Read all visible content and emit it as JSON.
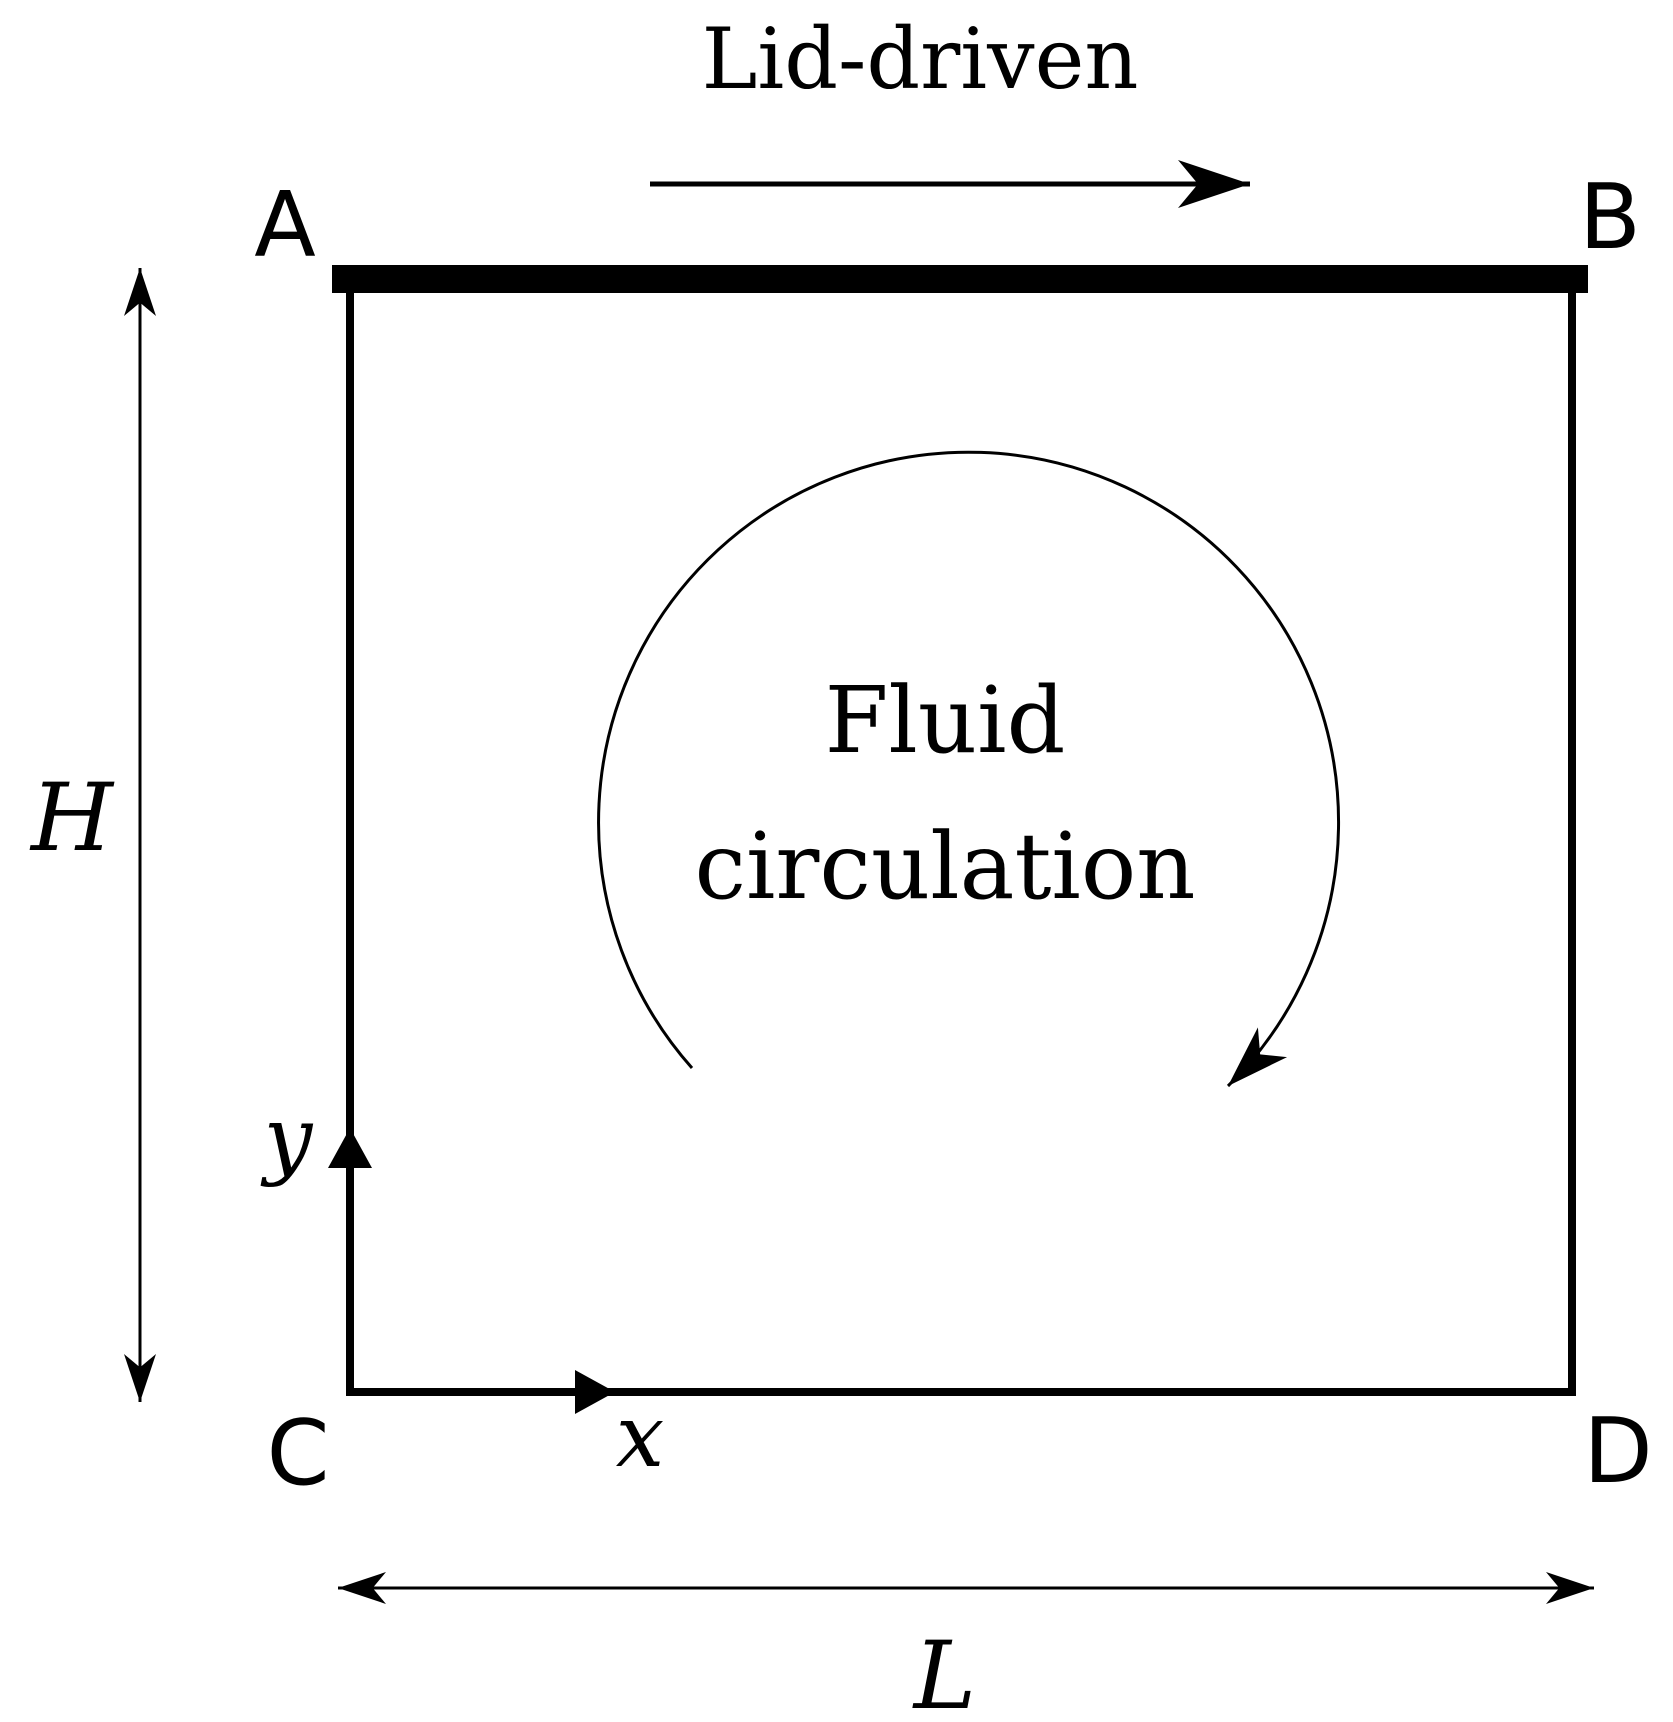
{
  "diagram": {
    "lid_label": "Lid-driven",
    "corner_labels": {
      "a": "A",
      "b": "B",
      "c": "C",
      "d": "D"
    },
    "height_label": "H",
    "length_label": "L",
    "x_axis_label": "x",
    "y_axis_label": "y",
    "center_label_line1": "Fluid",
    "center_label_line2": "circulation",
    "colors": {
      "stroke": "#000000",
      "background": "#ffffff"
    }
  }
}
